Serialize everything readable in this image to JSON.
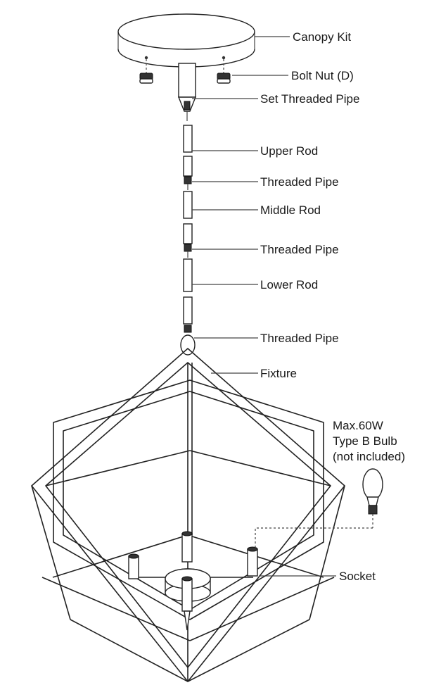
{
  "labels": {
    "canopy_kit": "Canopy Kit",
    "bolt_nut": "Bolt Nut (D)",
    "set_threaded_pipe": "Set Threaded Pipe",
    "upper_rod": "Upper Rod",
    "threaded_pipe_1": "Threaded Pipe",
    "middle_rod": "Middle Rod",
    "threaded_pipe_2": "Threaded Pipe",
    "lower_rod": "Lower Rod",
    "threaded_pipe_3": "Threaded Pipe",
    "fixture": "Fixture",
    "bulb_line1": "Max.60W",
    "bulb_line2": "Type B Bulb",
    "bulb_line3": "(not included)",
    "socket": "Socket"
  }
}
